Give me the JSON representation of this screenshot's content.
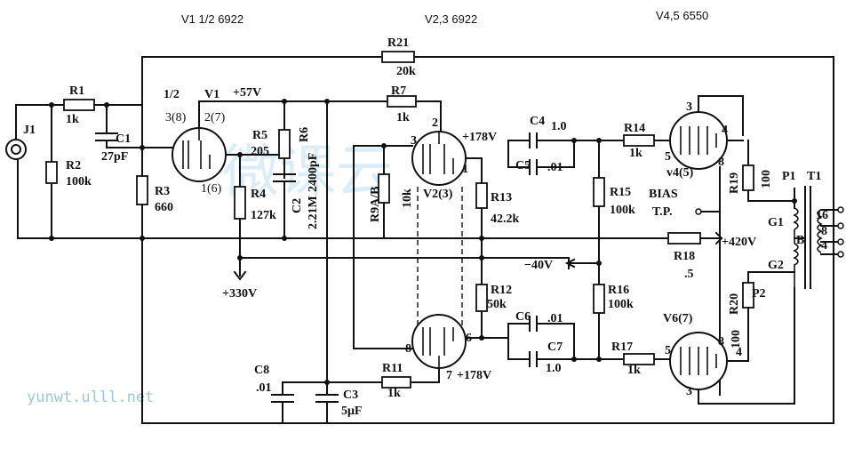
{
  "headers": {
    "v1": "V1 1/2  6922",
    "v23": "V2,3   6922",
    "v45": "V4,5  6550"
  },
  "labels": {
    "j1": "J1",
    "r1": "R1",
    "r1v": "1k",
    "c1": "C1",
    "c1v": "27pF",
    "r2": "R2",
    "r2v": "100k",
    "r3": "R3",
    "r3v": "660",
    "half": "1/2",
    "v1": "V1",
    "v57": "+57V",
    "p38": "3(8)",
    "p27": "2(7)",
    "p16": "1(6)",
    "r5": "R5",
    "r5v": "205",
    "r4": "R4",
    "r4v": "127k",
    "r6": "R6",
    "r6v": "2.21M",
    "c2": "C2",
    "c2v": "2400pF",
    "v330": "+330V",
    "r21": "R21",
    "r21v": "20k",
    "r7": "R7",
    "r7v": "1k",
    "p2": "2",
    "p3": "3",
    "p1": "1",
    "v178a": "+178V",
    "r9": "R9A/B",
    "r9v": "10k",
    "v23": "V2(3)",
    "r13": "R13",
    "r13v": "42.2k",
    "c4": "C4",
    "c4v": "1.0",
    "c5": "C5",
    "c5v": ".01",
    "r14": "R14",
    "r14v": "1k",
    "r15": "R15",
    "r15v": "100k",
    "bias": "BIAS",
    "tp": "T.P.",
    "m40": "−40V",
    "r12": "R12",
    "r12v": "50k",
    "r16": "R16",
    "r16v": "100k",
    "c6": "C6",
    "c6v": ".01",
    "c7": "C7",
    "c7v": "1.0",
    "r17": "R17",
    "r17v": "1k",
    "p8": "8",
    "p6": "6",
    "p7": "7",
    "v178b": "+178V",
    "r11": "R11",
    "r11v": "1k",
    "c8": "C8",
    "c8v": ".01",
    "c3": "C3",
    "c3v": "5μF",
    "t3a": "3",
    "t4a": "4",
    "t5a": "5",
    "t8a": "8",
    "v45": "v4(5)",
    "r19": "R19",
    "r19v": "100",
    "p1t": "P1",
    "t1": "T1",
    "g1": "G1",
    "g2": "G2",
    "b": "B",
    "r18": "R18",
    "r18v": ".5",
    "v420": "+420V",
    "r20": "R20",
    "r20v": "100",
    "p2t": "P2",
    "v67": "V6(7)",
    "t5b": "5",
    "t8b": "8",
    "t4b": "4",
    "t3b": "3",
    "tap16": "16",
    "tap8": "8",
    "tap4": "4"
  },
  "watermark": {
    "url": "yunwt.ulll.net",
    "cn": "微课云"
  },
  "colors": {
    "ink": "#111111",
    "watermark": "#9cc7e3"
  }
}
